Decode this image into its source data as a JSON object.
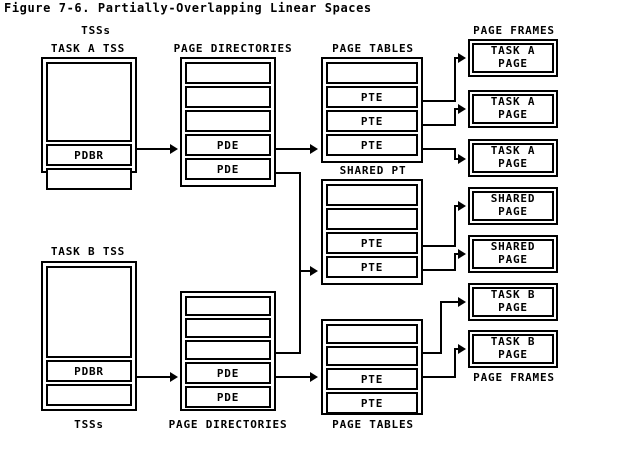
{
  "figure": {
    "title": "Figure 7-6. Partially-Overlapping Linear Spaces"
  },
  "labels": {
    "tss_top": "TSSs",
    "tss_bottom": "TSSs",
    "task_a_tss": "TASK A TSS",
    "task_b_tss": "TASK B TSS",
    "page_directories_top": "PAGE DIRECTORIES",
    "page_directories_bottom": "PAGE DIRECTORIES",
    "page_tables_top": "PAGE TABLES",
    "page_tables_bottom": "PAGE TABLES",
    "shared_pt": "SHARED PT",
    "page_frames_top": "PAGE FRAMES",
    "page_frames_bottom": "PAGE FRAMES"
  },
  "tables": {
    "task_a_tss": {
      "name": "TASK A TSS",
      "cells": [
        "",
        "PDBR",
        ""
      ]
    },
    "task_b_tss": {
      "name": "TASK B TSS",
      "cells": [
        "",
        "PDBR",
        ""
      ]
    },
    "page_directory_a": {
      "name": "PAGE DIRECTORIES",
      "cells": [
        "",
        "",
        "",
        "PDE",
        "PDE"
      ]
    },
    "page_directory_b": {
      "name": "PAGE DIRECTORIES",
      "cells": [
        "",
        "",
        "",
        "PDE",
        "PDE"
      ]
    },
    "page_table_a": {
      "name": "PAGE TABLES",
      "cells": [
        "",
        "PTE",
        "PTE",
        "PTE"
      ]
    },
    "shared_page_table": {
      "name": "SHARED PT",
      "cells": [
        "",
        "",
        "PTE",
        "PTE"
      ]
    },
    "page_table_b": {
      "name": "PAGE TABLES",
      "cells": [
        "",
        "",
        "PTE",
        "PTE"
      ]
    }
  },
  "page_frames": [
    {
      "line1": "TASK A",
      "line2": "PAGE"
    },
    {
      "line1": "TASK A",
      "line2": "PAGE"
    },
    {
      "line1": "TASK A",
      "line2": "PAGE"
    },
    {
      "line1": "SHARED",
      "line2": "PAGE"
    },
    {
      "line1": "SHARED",
      "line2": "PAGE"
    },
    {
      "line1": "TASK B",
      "line2": "PAGE"
    },
    {
      "line1": "TASK B",
      "line2": "PAGE"
    }
  ],
  "colors": {
    "ink": "#000000",
    "paper": "#ffffff"
  }
}
